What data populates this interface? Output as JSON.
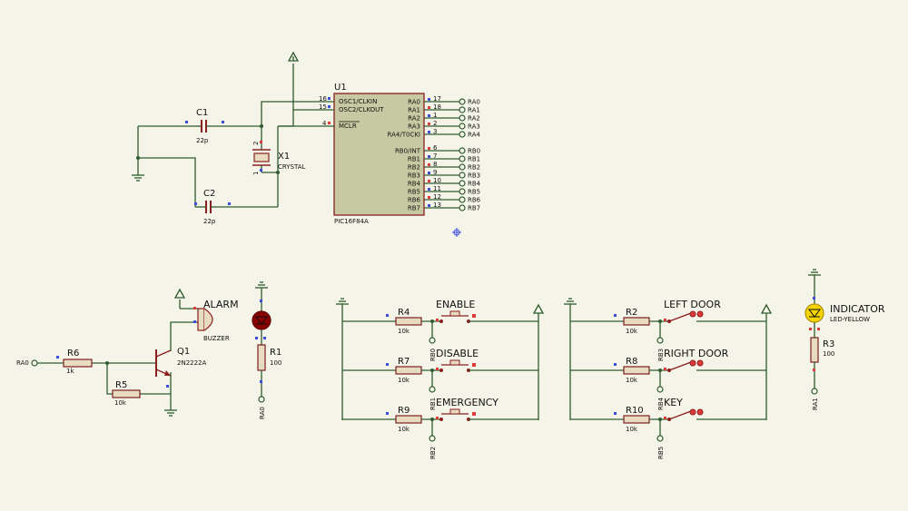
{
  "mcu": {
    "ref": "U1",
    "part": "PIC16F84A",
    "left_pins": [
      {
        "num": "16",
        "name": "OSC1/CLKIN"
      },
      {
        "num": "15",
        "name": "OSC2/CLKOUT"
      },
      {
        "num": "4",
        "name": "MCLR"
      }
    ],
    "right_pins": [
      {
        "num": "17",
        "name": "RA0",
        "net": "RA0"
      },
      {
        "num": "18",
        "name": "RA1",
        "net": "RA1"
      },
      {
        "num": "1",
        "name": "RA2",
        "net": "RA2"
      },
      {
        "num": "2",
        "name": "RA3",
        "net": "RA3"
      },
      {
        "num": "3",
        "name": "RA4/T0CKI",
        "net": "RA4"
      },
      {
        "num": "6",
        "name": "RB0/INT",
        "net": "RB0"
      },
      {
        "num": "7",
        "name": "RB1",
        "net": "RB1"
      },
      {
        "num": "8",
        "name": "RB2",
        "net": "RB2"
      },
      {
        "num": "9",
        "name": "RB3",
        "net": "RB3"
      },
      {
        "num": "10",
        "name": "RB4",
        "net": "RB4"
      },
      {
        "num": "11",
        "name": "RB5",
        "net": "RB5"
      },
      {
        "num": "12",
        "name": "RB6",
        "net": "RB6"
      },
      {
        "num": "13",
        "name": "RB7",
        "net": "RB7"
      }
    ]
  },
  "osc": {
    "c1": {
      "ref": "C1",
      "value": "22p"
    },
    "c2": {
      "ref": "C2",
      "value": "22p"
    },
    "x1": {
      "ref": "X1",
      "value": "CRYSTAL",
      "pin1": "1",
      "pin2": "2"
    }
  },
  "alarm": {
    "input": "RA0",
    "r6": {
      "ref": "R6",
      "value": "1k"
    },
    "r5": {
      "ref": "R5",
      "value": "10k"
    },
    "q1": {
      "ref": "Q1",
      "value": "2N2222A"
    },
    "buzzer": {
      "ref": "ALARM",
      "value": "BUZZER"
    }
  },
  "led_r1": {
    "ref": "R1",
    "value": "100",
    "net": "RA0"
  },
  "switches_left": [
    {
      "r": "R4",
      "value": "10k",
      "label": "ENABLE",
      "net": "RB0"
    },
    {
      "r": "R7",
      "value": "10k",
      "label": "DISABLE",
      "net": "RB1"
    },
    {
      "r": "R9",
      "value": "10k",
      "label": "EMERGENCY",
      "net": "RB2"
    }
  ],
  "switches_right": [
    {
      "r": "R2",
      "value": "10k",
      "label": "LEFT DOOR",
      "net": "RB3"
    },
    {
      "r": "R8",
      "value": "10k",
      "label": "RIGHT DOOR",
      "net": "RB4"
    },
    {
      "r": "R10",
      "value": "10k",
      "label": "KEY",
      "net": "RB5"
    }
  ],
  "indicator": {
    "ref": "INDICATOR",
    "value": "LED-YELLOW",
    "r": "R3",
    "r_value": "100",
    "net": "RA1"
  }
}
